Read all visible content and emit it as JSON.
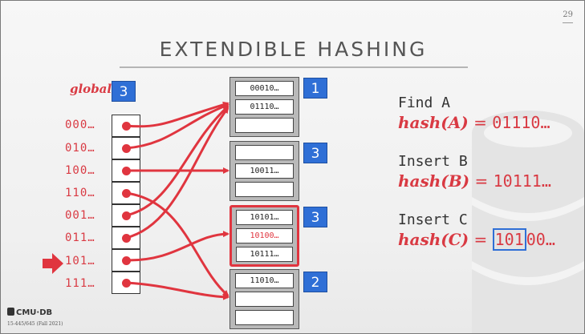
{
  "slide": {
    "title": "EXTENDIBLE HASHING",
    "page_number": "29",
    "logo_text": "CMU·DB",
    "course_text": "15-445/645 (Fall 2021)"
  },
  "global": {
    "label": "global",
    "depth": "3"
  },
  "directory": {
    "keys": [
      "000…",
      "010…",
      "100…",
      "110…",
      "001…",
      "011…",
      "101…",
      "111…"
    ],
    "pointer_at": "101…"
  },
  "buckets": [
    {
      "local_depth": "1",
      "entries": [
        "00010…",
        "01110…",
        ""
      ],
      "highlight": false
    },
    {
      "local_depth": "3",
      "entries": [
        "",
        "10011…",
        ""
      ],
      "highlight": false
    },
    {
      "local_depth": "3",
      "entries": [
        "10101…",
        "10100…",
        "10111…"
      ],
      "highlight": true,
      "red_entry": "10100…"
    },
    {
      "local_depth": "2",
      "entries": [
        "11010…",
        "",
        ""
      ],
      "highlight": false
    }
  ],
  "operations": [
    {
      "title": "Find A",
      "fn": "hash(A)",
      "eq": " = ",
      "value_pre": "",
      "value_hl": "",
      "value_post": "01110…"
    },
    {
      "title": "Insert B",
      "fn": "hash(B)",
      "eq": " = ",
      "value_pre": "",
      "value_hl": "",
      "value_post": "10111…"
    },
    {
      "title": "Insert C",
      "fn": "hash(C)",
      "eq": " = ",
      "value_pre": "",
      "value_hl": "101",
      "value_post": "00…"
    }
  ],
  "colors": {
    "accent_red": "#e0353f",
    "badge_blue": "#2f6fd6",
    "bucket_gray": "#b9b9b9"
  }
}
